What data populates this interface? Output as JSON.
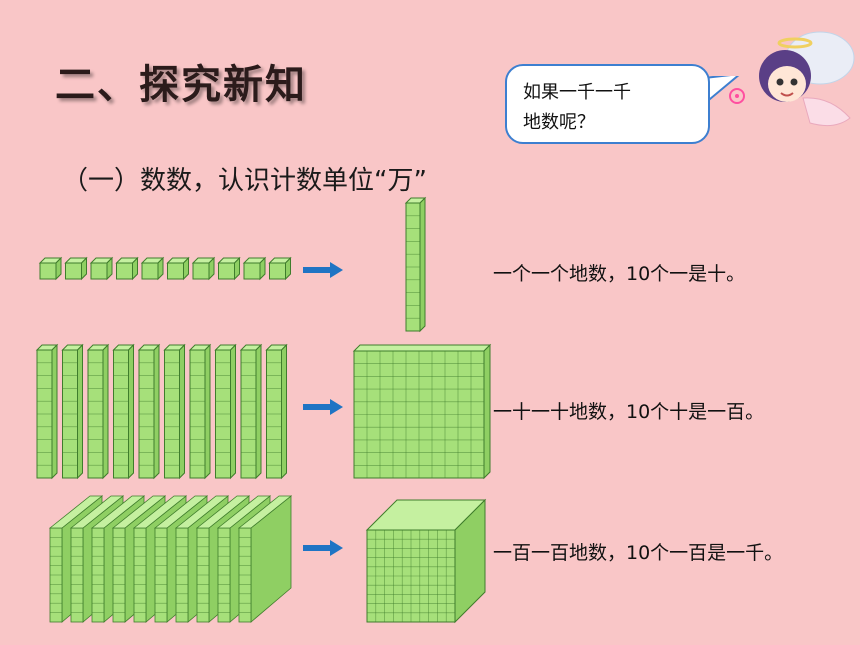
{
  "title": "二、探究新知",
  "subtitle": "（一）数数，认识计数单位“万”",
  "bubble": {
    "line1": "如果一千一千",
    "line2": "地数呢？"
  },
  "rows": [
    {
      "text": "一个一个地数，10个一是十。"
    },
    {
      "text": "一十一十地数，10个十是一百。"
    },
    {
      "text": "一百一百地数，10个一百是一千。"
    }
  ],
  "colors": {
    "block": "#a6e07a",
    "block_edge": "#3f7d2c",
    "arrow": "#1f74c4",
    "background": "#f9c6c7"
  }
}
